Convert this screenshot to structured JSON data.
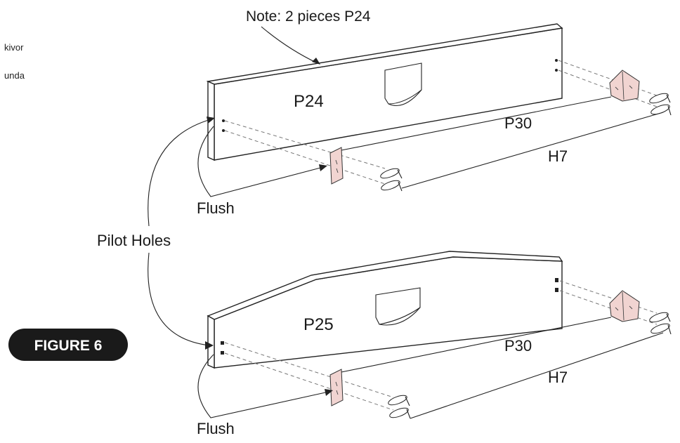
{
  "side_notes": [
    "kivor",
    "unda"
  ],
  "labels": {
    "note": "Note: 2 pieces P24",
    "board_top": "P24",
    "board_bottom": "P25",
    "p30_top": "P30",
    "h7_top": "H7",
    "p30_bottom": "P30",
    "h7_bottom": "H7",
    "flush_top": "Flush",
    "flush_bottom": "Flush",
    "pilot_holes": "Pilot Holes"
  },
  "figure_badge": {
    "text": "FIGURE 6",
    "color": "#1a1a1a",
    "text_color": "#ffffff"
  },
  "colors": {
    "bracket": "#f1d4d1",
    "line": "#222222"
  },
  "icons": [
    "corner-bracket-icon",
    "screw-icon"
  ]
}
